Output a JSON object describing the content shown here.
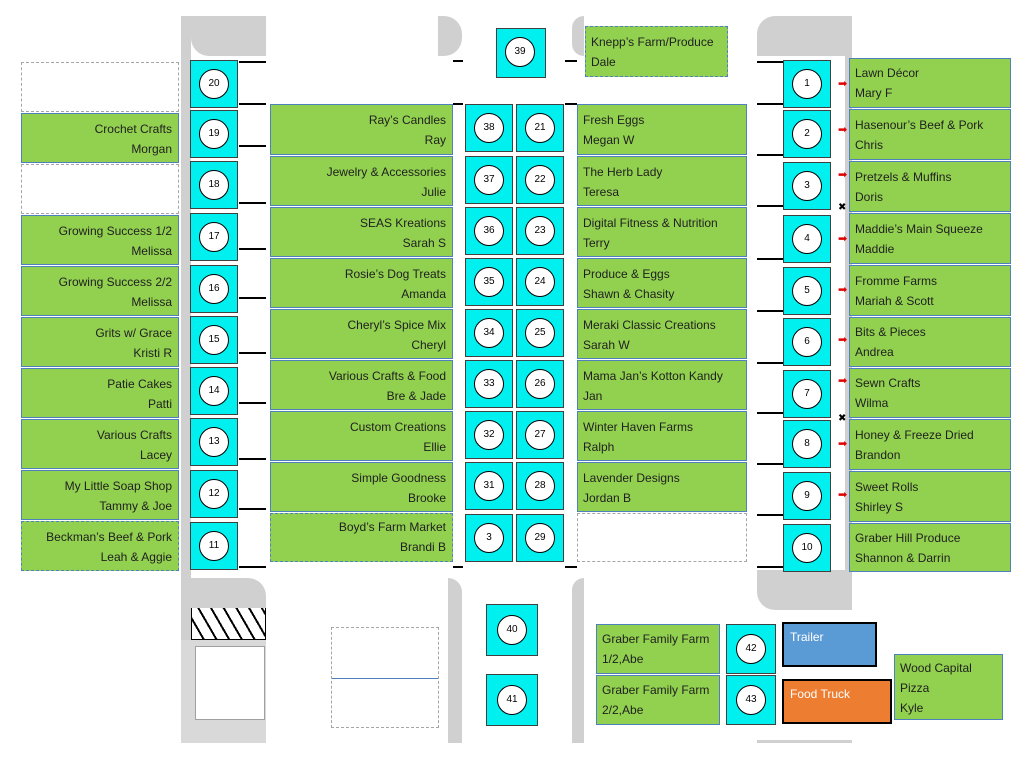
{
  "colors": {
    "vendor_green": "#92d050",
    "booth_cyan": "#00f0f0",
    "trailer_blue": "#5b9bd5",
    "food_truck_orange": "#ed7d31",
    "arrow_red": "#e00000"
  },
  "booths": {
    "b1": "1",
    "b2": "2",
    "b3": "3",
    "b4": "4",
    "b5": "5",
    "b6": "6",
    "b7": "7",
    "b8": "8",
    "b9": "9",
    "b10": "10",
    "b11": "11",
    "b12": "12",
    "b13": "13",
    "b14": "14",
    "b15": "15",
    "b16": "16",
    "b17": "17",
    "b18": "18",
    "b19": "19",
    "b20": "20",
    "b21": "21",
    "b22": "22",
    "b23": "23",
    "b24": "24",
    "b25": "25",
    "b26": "26",
    "b27": "27",
    "b28": "28",
    "b29": "29",
    "b30": "3",
    "b31": "31",
    "b32": "32",
    "b33": "33",
    "b34": "34",
    "b35": "35",
    "b36": "36",
    "b37": "37",
    "b38": "38",
    "b39": "39",
    "b40": "40",
    "b41": "41",
    "b42": "42",
    "b43": "43"
  },
  "left_vendors": [
    {
      "name": "Crochet Crafts",
      "person": "Morgan"
    },
    {
      "name": "Growing Success 1/2",
      "person": "Melissa"
    },
    {
      "name": "Growing Success 2/2",
      "person": "Melissa"
    },
    {
      "name": "Grits w/ Grace",
      "person": "Kristi R"
    },
    {
      "name": "Patie Cakes",
      "person": "Patti"
    },
    {
      "name": "Various Crafts",
      "person": "Lacey"
    },
    {
      "name": "My Little Soap Shop",
      "person": "Tammy & Joe"
    },
    {
      "name": "Beckman’s Beef & Pork",
      "person": "Leah & Aggie"
    }
  ],
  "center_left_vendors": [
    {
      "name": "Ray’s Candles",
      "person": "Ray"
    },
    {
      "name": "Jewelry & Accessories",
      "person": "Julie"
    },
    {
      "name": "SEAS Kreations",
      "person": "Sarah S"
    },
    {
      "name": "Rosie’s Dog Treats",
      "person": "Amanda"
    },
    {
      "name": "Cheryl’s Spice Mix",
      "person": "Cheryl"
    },
    {
      "name": "Various Crafts & Food",
      "person": "Bre & Jade"
    },
    {
      "name": "Custom Creations",
      "person": "Ellie"
    },
    {
      "name": "Simple Goodness",
      "person": "Brooke"
    },
    {
      "name": "Boyd’s Farm Market",
      "person": "Brandi B"
    }
  ],
  "center_right_vendors": [
    {
      "name": "Fresh Eggs",
      "person": "Megan W"
    },
    {
      "name": "The Herb Lady",
      "person": "Teresa"
    },
    {
      "name": "Digital Fitness & Nutrition",
      "person": "Terry"
    },
    {
      "name": "Produce & Eggs",
      "person": "Shawn & Chasity"
    },
    {
      "name": "Meraki Classic Creations",
      "person": "Sarah W"
    },
    {
      "name": "Mama Jan’s Kotton Kandy",
      "person": "Jan"
    },
    {
      "name": "Winter Haven Farms",
      "person": "Ralph"
    },
    {
      "name": "Lavender Designs",
      "person": "Jordan B"
    }
  ],
  "right_vendors": [
    {
      "name": "Lawn Décor",
      "person": "Mary F"
    },
    {
      "name": "Hasenour’s Beef & Pork",
      "person": "Chris"
    },
    {
      "name": "Pretzels & Muffins",
      "person": "Doris"
    },
    {
      "name": "Maddie’s Main Squeeze",
      "person": "Maddie"
    },
    {
      "name": "Fromme Farms",
      "person": "Mariah & Scott"
    },
    {
      "name": "Bits & Pieces",
      "person": "Andrea"
    },
    {
      "name": "Sewn Crafts",
      "person": "Wilma"
    },
    {
      "name": "Honey & Freeze Dried",
      "person": "Brandon"
    },
    {
      "name": "Sweet Rolls",
      "person": "Shirley S"
    },
    {
      "name": "Graber Hill Produce",
      "person": "Shannon & Darrin"
    }
  ],
  "top_vendor": {
    "name": "Knepp’s Farm/Produce",
    "person": "Dale"
  },
  "bottom_vendors": [
    {
      "name": "Graber Family Farm",
      "person": "1/2,Abe"
    },
    {
      "name": "Graber Family Farm",
      "person": "2/2,Abe"
    }
  ],
  "pizza_vendor": {
    "line1": "Wood Capital",
    "line2": "Pizza",
    "line3": "Kyle"
  },
  "trailer_label": "Trailer",
  "food_truck_label": "Food Truck"
}
